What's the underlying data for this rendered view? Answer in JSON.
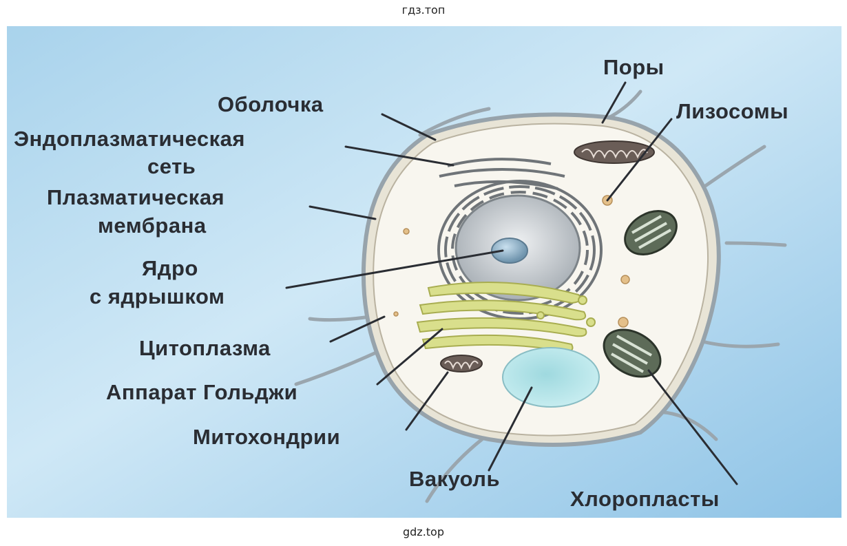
{
  "watermark_top": "гдз.топ",
  "watermark_bottom": "gdz.top",
  "labels": {
    "pory": "Поры",
    "lizosomy": "Лизосомы",
    "obolochka": "Оболочка",
    "endo_1": "Эндоплазматическая",
    "endo_2": "сеть",
    "plasm_1": "Плазматическая",
    "plasm_2": "мембрана",
    "yadro_1": "Ядро",
    "yadro_2": "с ядрышком",
    "citoplazma": "Цитоплазма",
    "golgi": "Аппарат Гольджи",
    "mitohondrii": "Митохондрии",
    "vakuol": "Вакуоль",
    "hloroplasty": "Хлоропласты"
  }
}
